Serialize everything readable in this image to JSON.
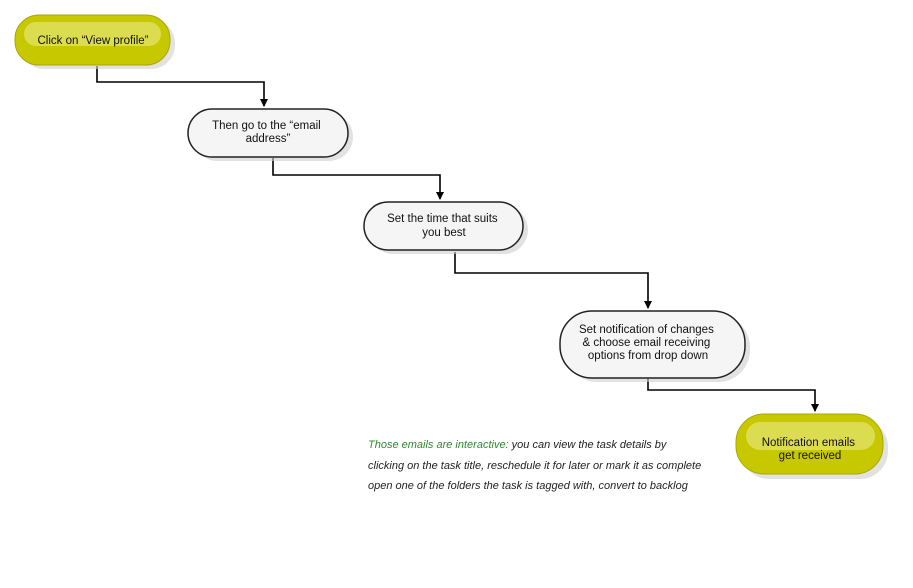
{
  "steps": [
    {
      "id": "step-view-profile",
      "label": "Click on “View profile”",
      "shape": "start"
    },
    {
      "id": "step-email-address",
      "label": "Then go to the “email address”",
      "shape": "process"
    },
    {
      "id": "step-set-time",
      "label": "Set the time that suits you best",
      "shape": "process"
    },
    {
      "id": "step-notifications",
      "label": "Set notification of changes & choose email receiving options from drop down",
      "shape": "process"
    },
    {
      "id": "step-received",
      "label": "Notification emails get received",
      "shape": "end"
    }
  ],
  "note": {
    "highlight": "Those emails are interactive:",
    "text": " you can view the task details by clicking on the task title, reschedule it for later or mark it as complete open one of the folders the task is tagged with, convert to backlog"
  },
  "colors": {
    "terminal_fill": "#c8c800",
    "terminal_highlight": "#e4e472",
    "process_fill": "#f5f5f5",
    "process_stroke": "#222222",
    "connector": "#000000",
    "note_highlight": "#2e8b2e"
  }
}
